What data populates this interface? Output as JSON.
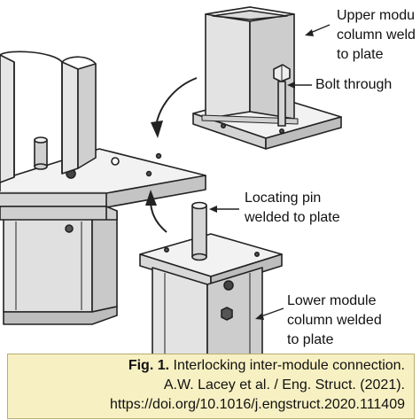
{
  "labels": {
    "upper_line1": "Upper modu",
    "upper_line2": "column weld",
    "upper_line3": "to plate",
    "bolt": "Bolt through",
    "pin_line1": "Locating pin",
    "pin_line2": "welded to plate",
    "lower_line1": "Lower module",
    "lower_line2": "column welded",
    "lower_line3": "to plate"
  },
  "caption": {
    "fig_label": "Fig. 1.",
    "title": "Interlocking inter-module connection.",
    "citation": "A.W. Lacey et al. / Eng. Struct. (2021).",
    "doi": "https://doi.org/10.1016/j.engstruct.2020.111409"
  },
  "colors": {
    "caption_background": "#f7f0c2",
    "face_light": "#f2f2f2",
    "face_mid": "#d9d9d9",
    "face_dark": "#bdbdbd",
    "line": "#222222"
  }
}
